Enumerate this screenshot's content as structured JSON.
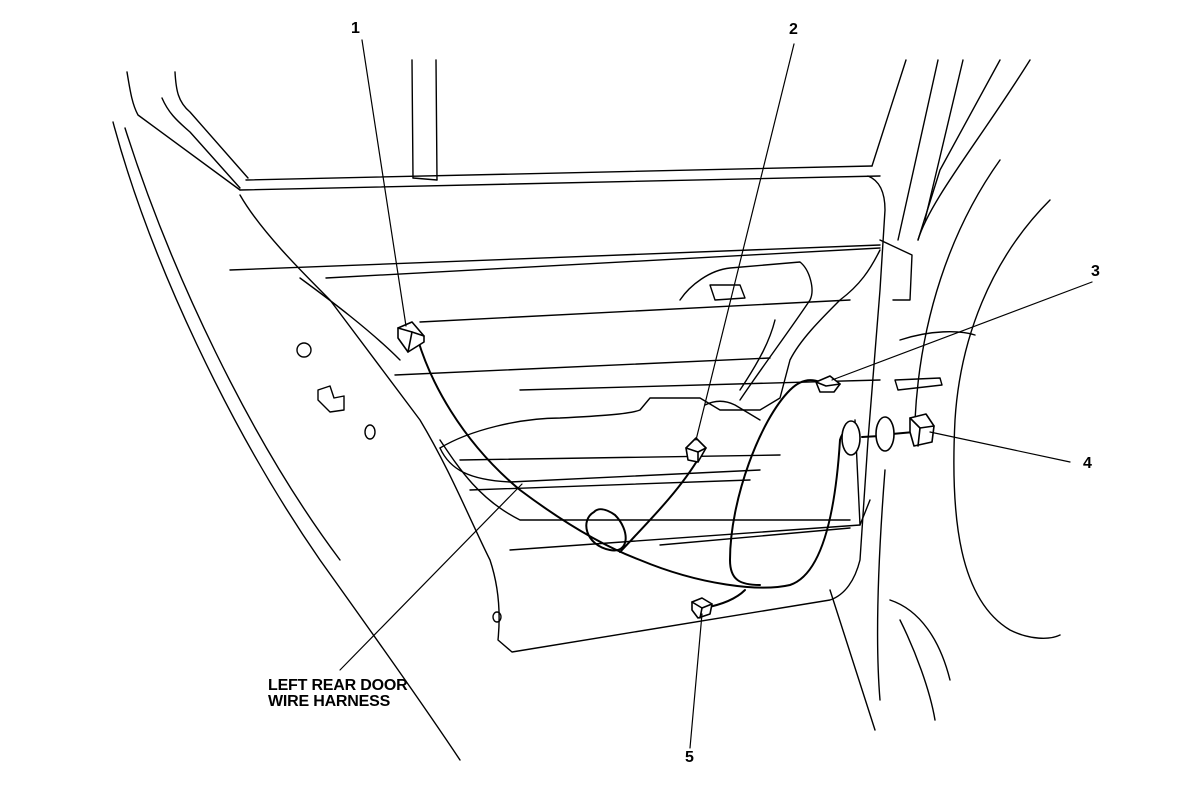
{
  "callouts": [
    {
      "id": "1",
      "label": "1"
    },
    {
      "id": "2",
      "label": "2"
    },
    {
      "id": "3",
      "label": "3"
    },
    {
      "id": "4",
      "label": "4"
    },
    {
      "id": "5",
      "label": "5"
    }
  ],
  "harness_label": {
    "line1": "LEFT REAR DOOR",
    "line2": "WIRE HARNESS"
  },
  "colors": {
    "line": "#000000",
    "background": "#ffffff"
  }
}
